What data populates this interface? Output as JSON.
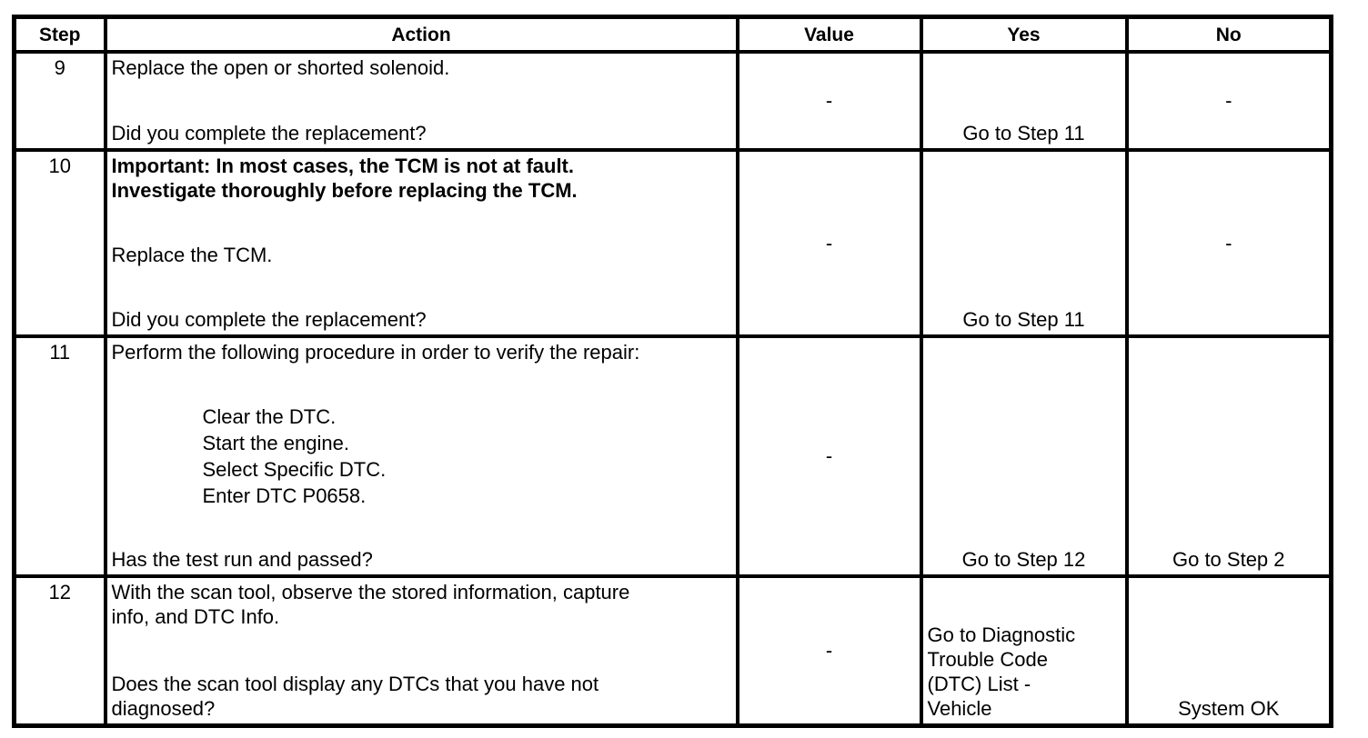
{
  "table": {
    "headers": {
      "step": "Step",
      "action": "Action",
      "value": "Value",
      "yes": "Yes",
      "no": "No"
    },
    "rows": [
      {
        "step": "9",
        "action": {
          "top": "Replace the open or shorted solenoid.",
          "question": "Did you complete the replacement?"
        },
        "value": "-",
        "yes": "Go to Step 11",
        "no": "-"
      },
      {
        "step": "10",
        "action": {
          "important": "Important: In most cases, the TCM is not at fault.\nInvestigate thoroughly before replacing the TCM.",
          "middle": "Replace the TCM.",
          "question": "Did you complete the replacement?"
        },
        "value": "-",
        "yes": "Go to Step 11",
        "no": "-"
      },
      {
        "step": "11",
        "action": {
          "top": "Perform the following procedure in order to verify the repair:",
          "list": [
            "Clear the DTC.",
            "Start the engine.",
            "Select Specific DTC.",
            "Enter DTC P0658."
          ],
          "question": "Has the test run and passed?"
        },
        "value": "-",
        "yes": "Go to Step 12",
        "no": "Go to Step 2"
      },
      {
        "step": "12",
        "action": {
          "top": "With the scan tool, observe the stored information, capture\ninfo, and DTC Info.",
          "question": "Does the scan tool display any DTCs that you have not\ndiagnosed?"
        },
        "value": "-",
        "yes": "Go to Diagnostic\nTrouble Code\n(DTC) List -\nVehicle",
        "no": "System OK"
      }
    ]
  }
}
